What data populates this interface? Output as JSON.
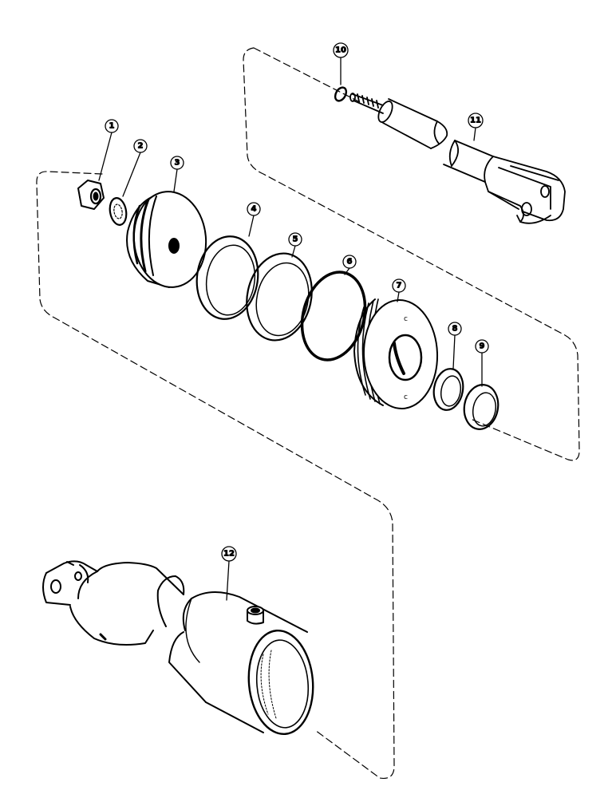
{
  "callouts": [
    {
      "id": "c1",
      "label": "1"
    },
    {
      "id": "c2",
      "label": "2"
    },
    {
      "id": "c3",
      "label": "3"
    },
    {
      "id": "c4",
      "label": "4"
    },
    {
      "id": "c5",
      "label": "5"
    },
    {
      "id": "c6",
      "label": "6"
    },
    {
      "id": "c7",
      "label": "7"
    },
    {
      "id": "c8",
      "label": "8"
    },
    {
      "id": "c9",
      "label": "9"
    },
    {
      "id": "c10",
      "label": "10"
    },
    {
      "id": "c11",
      "label": "11"
    },
    {
      "id": "c12",
      "label": "12"
    }
  ],
  "colors": {
    "ink": "#000000",
    "paper": "#ffffff"
  }
}
